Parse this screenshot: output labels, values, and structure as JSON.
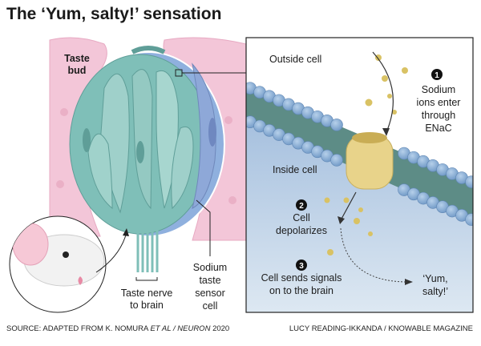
{
  "title": "The ‘Yum, salty!’ sensation",
  "labels": {
    "taste_bud": [
      "Taste",
      "bud"
    ],
    "taste_nerve": [
      "Taste nerve",
      "to brain"
    ],
    "sensor_cell": [
      "Sodium",
      "taste",
      "sensor",
      "cell"
    ],
    "outside_cell": "Outside cell",
    "inside_cell": "Inside cell",
    "yum": [
      "‘Yum,",
      "salty!’"
    ]
  },
  "steps": [
    {
      "number": "1",
      "lines": [
        "Sodium",
        "ions enter",
        "through",
        "ENaC"
      ]
    },
    {
      "number": "2",
      "lines": [
        "Cell",
        "depolarizes"
      ]
    },
    {
      "number": "3",
      "lines": [
        "Cell sends signals",
        "on to the brain"
      ]
    }
  ],
  "footer": {
    "source_prefix": "SOURCE: ADAPTED FROM K. NOMURA ",
    "source_italic": "ET AL / NEURON",
    "source_suffix": " 2020",
    "credit": "LUCY READING-IKKANDA / KNOWABLE MAGAZINE"
  },
  "colors": {
    "pink": "#f3c6d8",
    "teal": "#7fbfb8",
    "sensor_blue": "#8ea8d8",
    "membrane_ball": "#8fb4da",
    "ion": "#d9c264",
    "inside": "#bcd0e6"
  }
}
